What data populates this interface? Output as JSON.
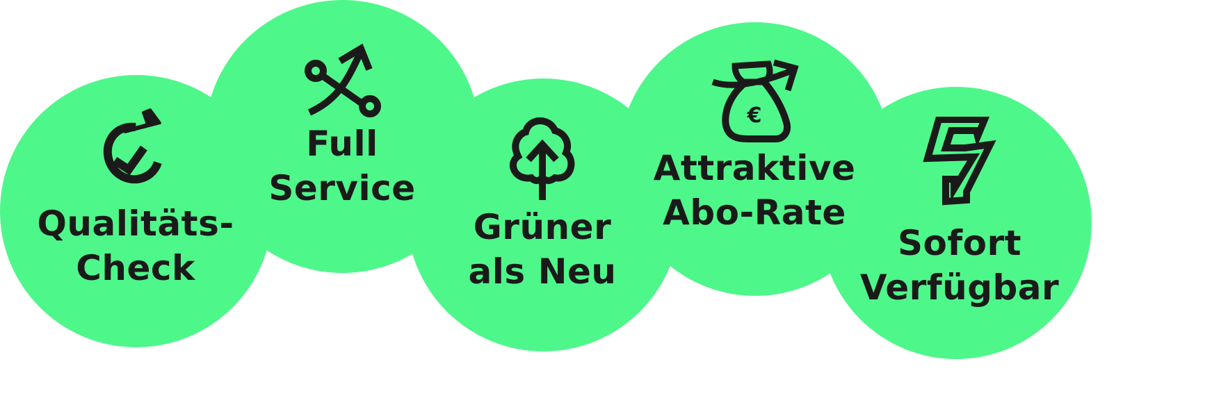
{
  "colors": {
    "circle": "#4ef78a",
    "ink": "#1a1a1a",
    "background": "#ffffff"
  },
  "features": [
    {
      "icon": "check-refresh-icon",
      "line1": "Qualitäts-",
      "line2": "Check"
    },
    {
      "icon": "tools-arrow-icon",
      "line1": "Full",
      "line2": "Service"
    },
    {
      "icon": "tree-arrow-icon",
      "line1": "Grüner",
      "line2": "als Neu"
    },
    {
      "icon": "money-bag-euro-icon",
      "line1": "Attraktive",
      "line2": "Abo-Rate"
    },
    {
      "icon": "lightning-bolt-icon",
      "line1": "Sofort",
      "line2": "Verfügbar"
    }
  ]
}
